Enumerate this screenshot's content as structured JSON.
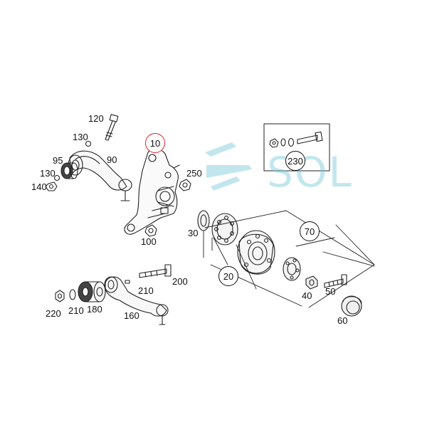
{
  "watermark": {
    "text": "SOL",
    "color": "#78c8d7"
  },
  "highlight_color": "#d9262c",
  "callouts": {
    "p10": "10",
    "p20": "20",
    "p30": "30",
    "p40": "40",
    "p50": "50",
    "p60": "60",
    "p70": "70",
    "p90": "90",
    "p95": "95",
    "p100": "100",
    "p120": "120",
    "p130a": "130",
    "p130b": "130",
    "p140": "140",
    "p160": "160",
    "p180": "180",
    "p200": "200",
    "p210a": "210",
    "p210b": "210",
    "p220": "220",
    "p230": "230",
    "p250": "250"
  }
}
